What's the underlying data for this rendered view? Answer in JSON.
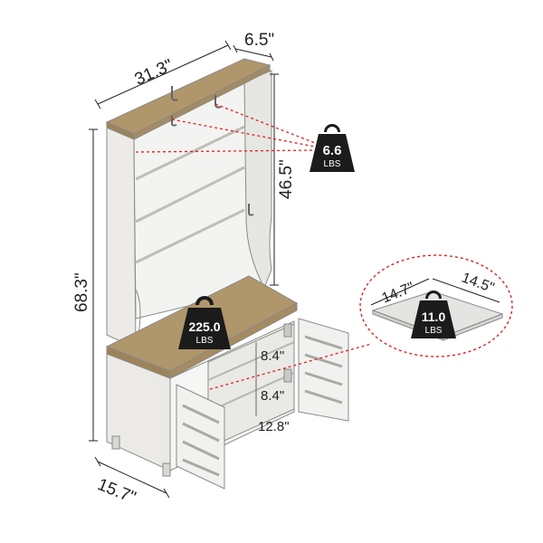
{
  "dimensions": {
    "width": "31.3\"",
    "top_depth": "6.5\"",
    "upper_height": "46.5\"",
    "total_height": "68.3\"",
    "base_depth": "15.7\"",
    "shelf_gap_1": "8.4\"",
    "shelf_gap_2": "8.4\"",
    "bottom_gap": "12.8\"",
    "shelf_width": "14.7\"",
    "shelf_depth": "14.5\""
  },
  "weights": [
    {
      "value": "6.6",
      "unit": "LBS"
    },
    {
      "value": "225.0",
      "unit": "LBS"
    },
    {
      "value": "11.0",
      "unit": "LBS"
    }
  ],
  "colors": {
    "wood": "#b0966b",
    "cabinet": "#eeeeec",
    "outline": "#8a8a8a",
    "weight": "#1b1b1b",
    "callout": "#e02020"
  }
}
